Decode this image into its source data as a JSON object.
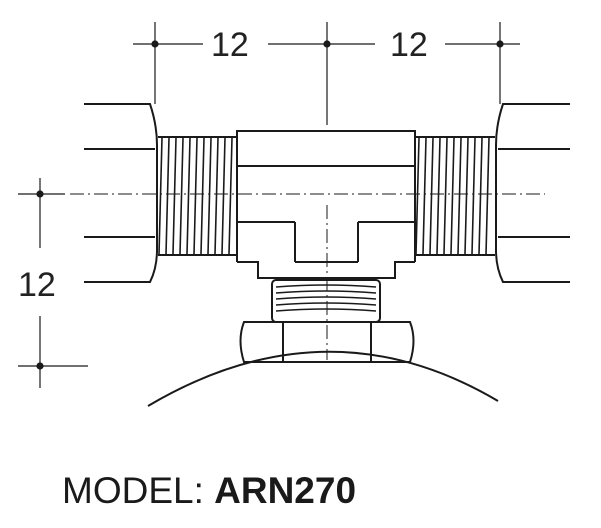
{
  "dimensions": {
    "top_left": "12",
    "top_right": "12",
    "left_vertical": "12"
  },
  "caption": {
    "prefix": "MODEL: ",
    "model": "ARN270"
  }
}
